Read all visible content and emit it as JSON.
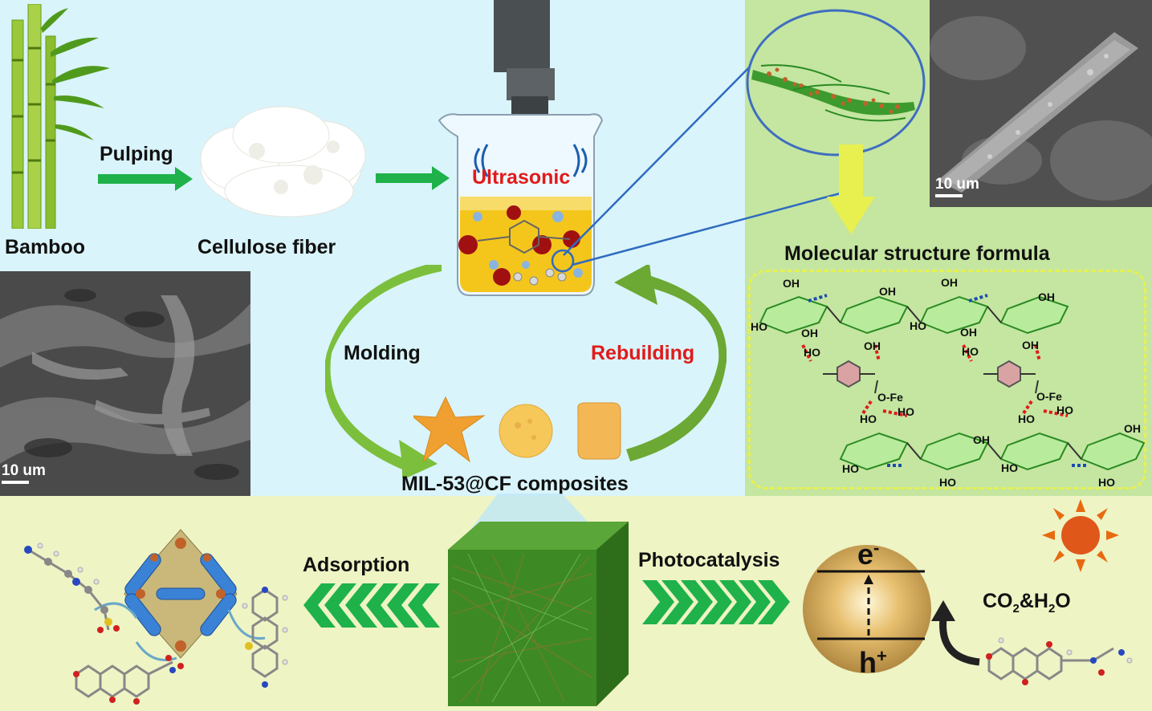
{
  "labels": {
    "bamboo": "Bamboo",
    "pulping": "Pulping",
    "cellulose_fiber": "Cellulose fiber",
    "ultrasonic": "Ultrasonic",
    "molding": "Molding",
    "rebuilding": "Rebuilding",
    "composites": "MIL-53@CF composites",
    "molecular_structure": "Molecular structure formula",
    "adsorption": "Adsorption",
    "photocatalysis": "Photocatalysis",
    "electron": "e",
    "electron_sup": "-",
    "hole": "h",
    "hole_sup": "+",
    "product_co": "CO",
    "product_sub1": "2",
    "product_amp": "&H",
    "product_sub2": "2",
    "product_o": "O"
  },
  "scale_bars": {
    "sem_left": "10 um",
    "sem_right": "10 um"
  },
  "molecule": {
    "oh": "OH",
    "ho": "HO",
    "h": "H",
    "o": "O",
    "ofe": "O-Fe"
  },
  "colors": {
    "top_bg": "#d9f4fa",
    "right_panel_bg": "#c4e6a0",
    "bottom_bg": "#eef4c4",
    "arrow_green": "#1fb14a",
    "cycle_green": "#7cbf3c",
    "text_red": "#e11a1a",
    "fiber_green": "#3d9a2e"
  }
}
